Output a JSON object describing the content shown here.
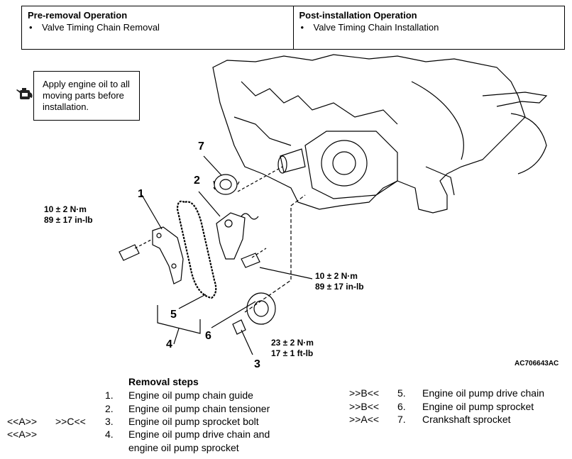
{
  "pre_removal": {
    "heading": "Pre-removal Operation",
    "item": "Valve Timing Chain Removal"
  },
  "post_installation": {
    "heading": "Post-installation Operation",
    "item": "Valve Timing Chain Installation"
  },
  "note": {
    "line1": "Apply engine oil to all",
    "line2": "moving parts before",
    "line3": "installation.",
    "icon": "oil-can-icon"
  },
  "callouts": {
    "n1": "1",
    "n2": "2",
    "n3": "3",
    "n4": "4",
    "n5": "5",
    "n6": "6",
    "n7": "7"
  },
  "torques": {
    "guide_bolt_nm": "10 ± 2 N·m",
    "guide_bolt_inlb": "89 ± 17 in-lb",
    "tensioner_bolt_nm": "10 ± 2 N·m",
    "tensioner_bolt_inlb": "89 ± 17 in-lb",
    "sprocket_bolt_nm": "23 ± 2 N·m",
    "sprocket_bolt_ftlb": "17 ± 1 ft-lb"
  },
  "figure_code": "AC706643AC",
  "removal": {
    "title": "Removal steps",
    "steps": [
      {
        "marker_a": "",
        "marker_c": "",
        "num": "1.",
        "text": "Engine oil pump chain guide"
      },
      {
        "marker_a": "",
        "marker_c": "",
        "num": "2.",
        "text": "Engine oil pump chain tensioner"
      },
      {
        "marker_a": "<<A>>",
        "marker_c": ">>C<<",
        "num": "3.",
        "text": "Engine oil pump sprocket bolt"
      },
      {
        "marker_a": "<<A>>",
        "marker_c": "",
        "num": "4.",
        "text": "Engine oil pump drive chain and",
        "text2": "engine oil pump sprocket"
      },
      {
        "marker": ">>B<<",
        "num": "5.",
        "text": "Engine oil pump drive chain"
      },
      {
        "marker": ">>B<<",
        "num": "6.",
        "text": "Engine oil pump sprocket"
      },
      {
        "marker": ">>A<<",
        "num": "7.",
        "text": "Crankshaft sprocket"
      }
    ]
  }
}
